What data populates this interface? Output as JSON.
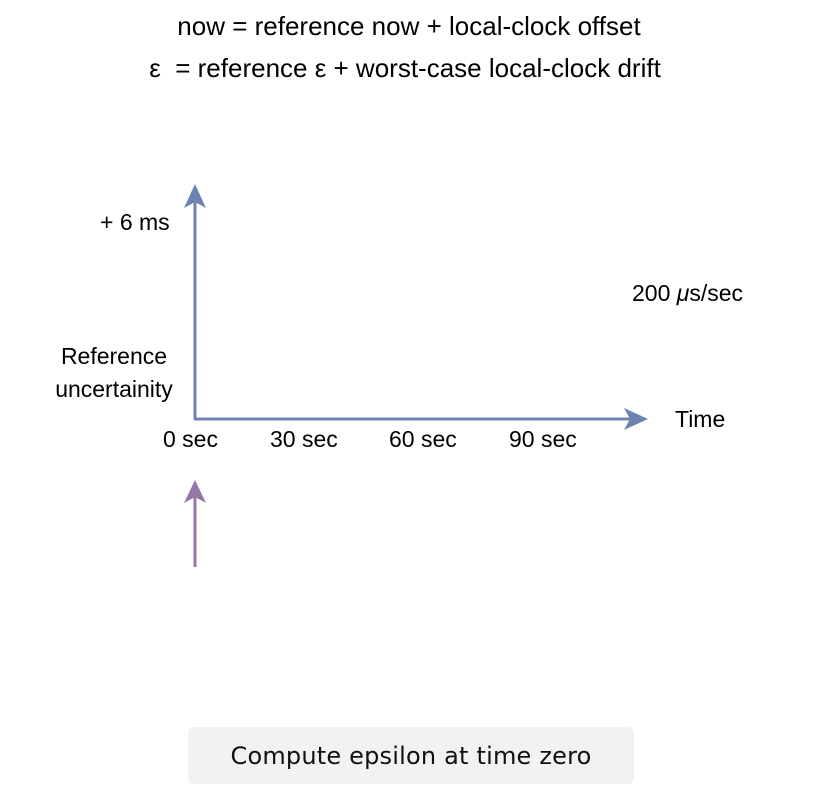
{
  "formulas": {
    "line1": "now = reference now + local-clock offset",
    "line2": "ε  = reference ε + worst-case local-clock drift"
  },
  "diagram": {
    "y_top_label": "+ 6 ms",
    "y_origin_label_line1": "Reference",
    "y_origin_label_line2": "uncertainity",
    "drift_rate_value": "200 ",
    "drift_rate_unit_mu": "μ",
    "drift_rate_unit_rest": "s/sec",
    "x_axis_label": "Time",
    "x_ticks": [
      "0 sec",
      "30 sec",
      "60 sec",
      "90 sec"
    ],
    "axis_color": "#6b84b0",
    "marker_color": "#9478a8"
  },
  "caption": {
    "text": "Compute epsilon at time zero"
  }
}
